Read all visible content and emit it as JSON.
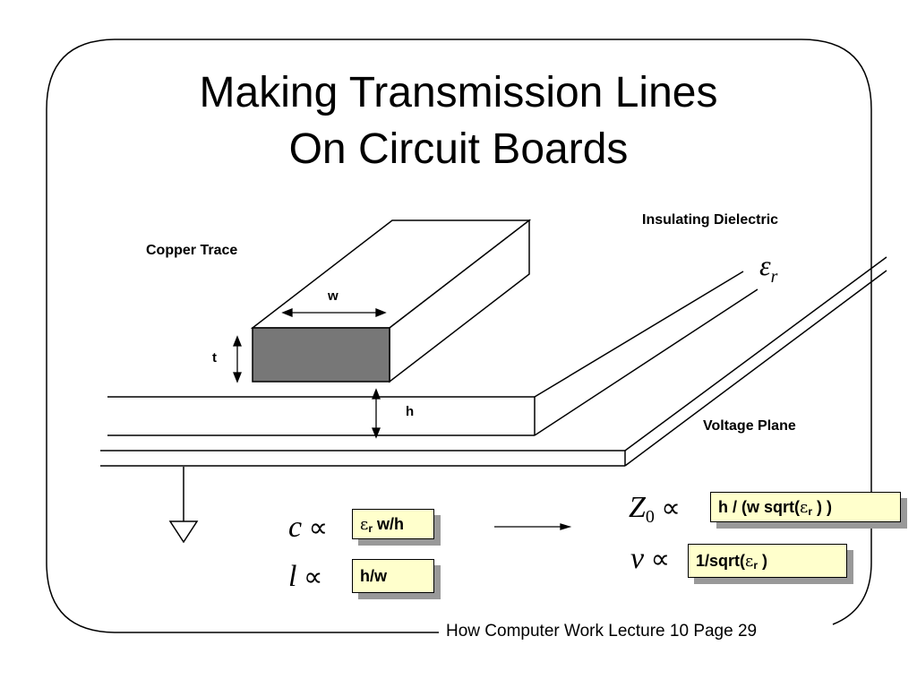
{
  "slide": {
    "title_line1": "Making Transmission Lines",
    "title_line2": "On Circuit Boards",
    "footer": "How Computer Work Lecture 10 Page 29"
  },
  "diagram": {
    "copper_trace_label": "Copper Trace",
    "dielectric_label": "Insulating Dielectric",
    "voltage_plane_label": "Voltage Plane",
    "w_label": "w",
    "t_label": "t",
    "h_label": "h",
    "epsilon_symbol": "ε",
    "epsilon_subscript": "r"
  },
  "formulas": {
    "c_symbol": "c",
    "l_symbol": "l",
    "z_symbol": "Z",
    "z_subscript": "0",
    "v_symbol": "v",
    "proportional_symbol": "∝",
    "c_box": {
      "epsilon": "ε",
      "epsilon_sub": "r",
      "rest": " w/h"
    },
    "l_box": {
      "text": "h/w"
    },
    "z_box": {
      "prefix": "h / (w sqrt(",
      "epsilon": "ε",
      "epsilon_sub": "r",
      "suffix": " ) )"
    },
    "v_box": {
      "prefix": "1/sqrt(",
      "epsilon": "ε",
      "epsilon_sub": "r",
      "suffix": " )"
    }
  }
}
